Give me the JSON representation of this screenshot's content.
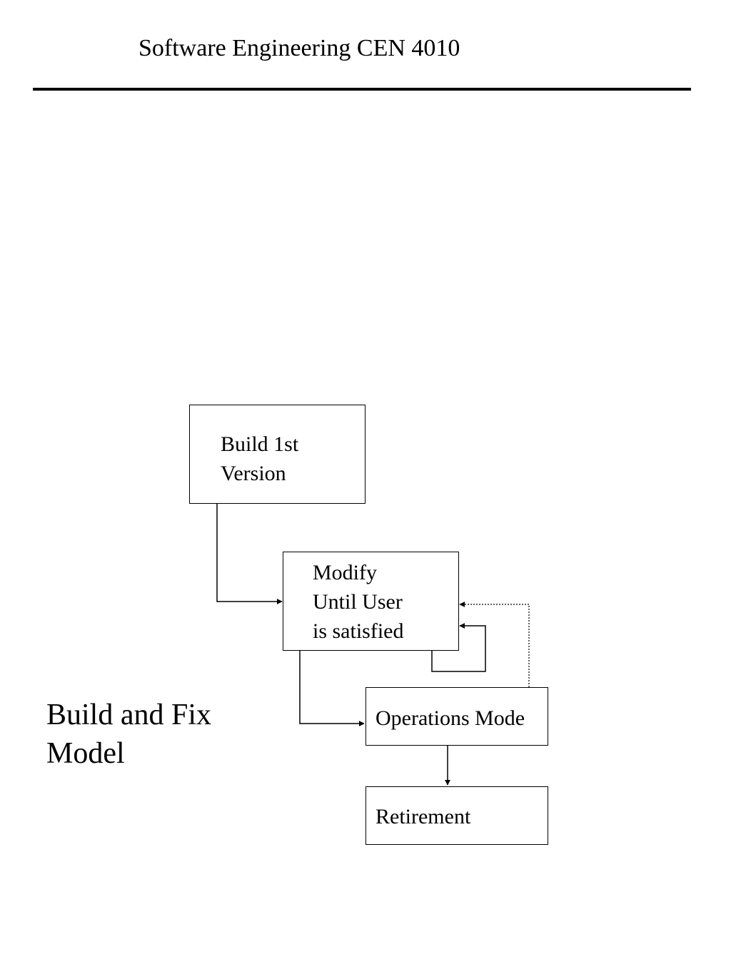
{
  "header": {
    "title": "Software Engineering CEN 4010"
  },
  "diagram": {
    "nodes": {
      "build_first_version": {
        "lines": [
          "Build 1st",
          "Version"
        ]
      },
      "modify_until_satisfied": {
        "lines": [
          "Modify",
          "Until User",
          "is satisfied"
        ]
      },
      "operations_mode": {
        "lines": [
          "Operations Mode"
        ]
      },
      "retirement": {
        "lines": [
          "Retirement"
        ]
      }
    },
    "model_title": {
      "lines": [
        "Build and Fix",
        "Model"
      ]
    }
  }
}
